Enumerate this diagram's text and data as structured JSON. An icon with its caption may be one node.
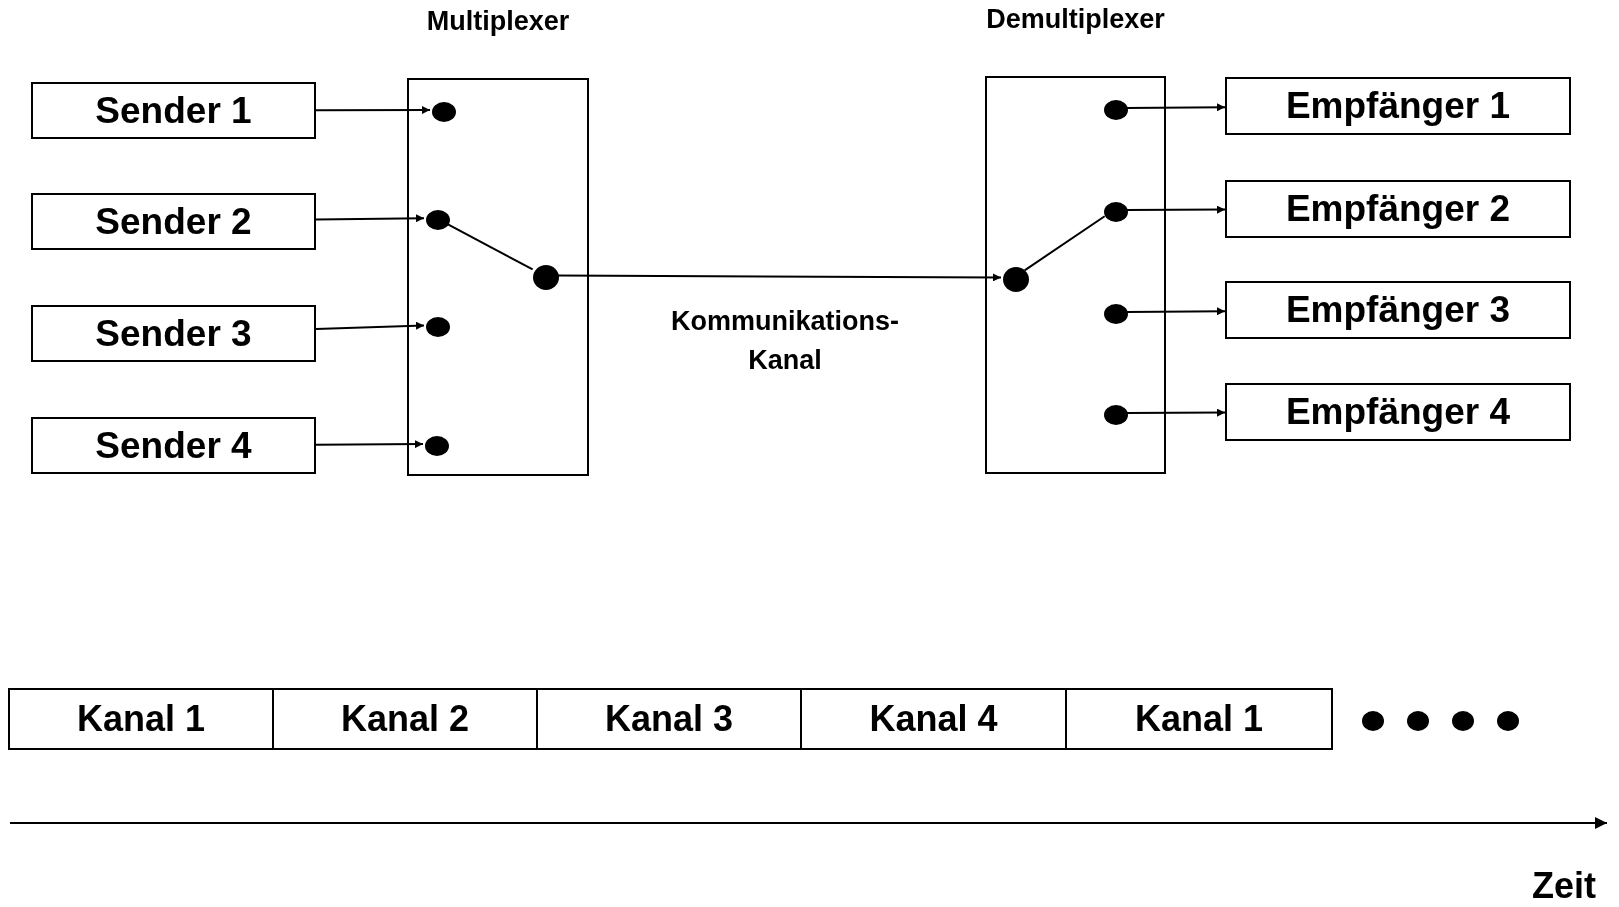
{
  "diagram": {
    "nodes": [
      {
        "text": [
          "Multiplexer"
        ]
      },
      {
        "text": [
          "Demultiplexer"
        ]
      },
      {
        "text": [
          "Sender 1"
        ]
      },
      {
        "text": [
          "Sender 2"
        ]
      },
      {
        "text": [
          "Sender 3"
        ]
      },
      {
        "text": [
          "Sender 4"
        ]
      },
      {
        "text": [],
        "shape": "circle",
        "in": 0
      },
      {
        "text": [],
        "shape": "circle",
        "in": 0
      },
      {
        "text": [],
        "shape": "circle",
        "in": 0
      },
      {
        "text": [],
        "shape": "circle",
        "in": 0
      },
      {
        "text": [],
        "shape": "circle",
        "in": 0
      },
      {
        "text": [],
        "shape": "circle",
        "in": 1
      },
      {
        "text": [],
        "shape": "circle",
        "in": 1
      },
      {
        "text": [],
        "shape": "circle",
        "in": 1
      },
      {
        "text": [],
        "shape": "circle",
        "in": 1
      },
      {
        "text": [],
        "shape": "circle",
        "in": 1
      },
      {
        "text": [
          "Empfänger 1"
        ]
      },
      {
        "text": [
          "Empfänger 2"
        ]
      },
      {
        "text": [
          "Empfänger 3"
        ]
      },
      {
        "text": [
          "Empfänger 4"
        ]
      },
      {
        "text": [
          "Kanal 1"
        ]
      },
      {
        "text": [
          "Kanal 2"
        ]
      },
      {
        "text": [
          "Kanal 3"
        ]
      },
      {
        "text": [
          "Kanal 4"
        ]
      },
      {
        "text": [
          "Kanal 1"
        ]
      }
    ],
    "edges": [
      {
        "from": 2,
        "to": 6,
        "arrow": "to"
      },
      {
        "from": 3,
        "to": 7,
        "arrow": "to"
      },
      {
        "from": 4,
        "to": 8,
        "arrow": "to"
      },
      {
        "from": 5,
        "to": 9,
        "arrow": "to"
      },
      {
        "from": 7,
        "to": 10,
        "arrow": "none"
      },
      {
        "from": 10,
        "to": 11,
        "arrow": "to"
      },
      {
        "from": 11,
        "to": 13,
        "arrow": "none"
      },
      {
        "from": 12,
        "to": 16,
        "arrow": "to"
      },
      {
        "from": 13,
        "to": 17,
        "arrow": "to"
      },
      {
        "from": 14,
        "to": 18,
        "arrow": "to"
      },
      {
        "from": 15,
        "to": 19,
        "arrow": "to"
      }
    ],
    "labels": [
      "Kommunikations- Kanal",
      "Zeit"
    ]
  }
}
